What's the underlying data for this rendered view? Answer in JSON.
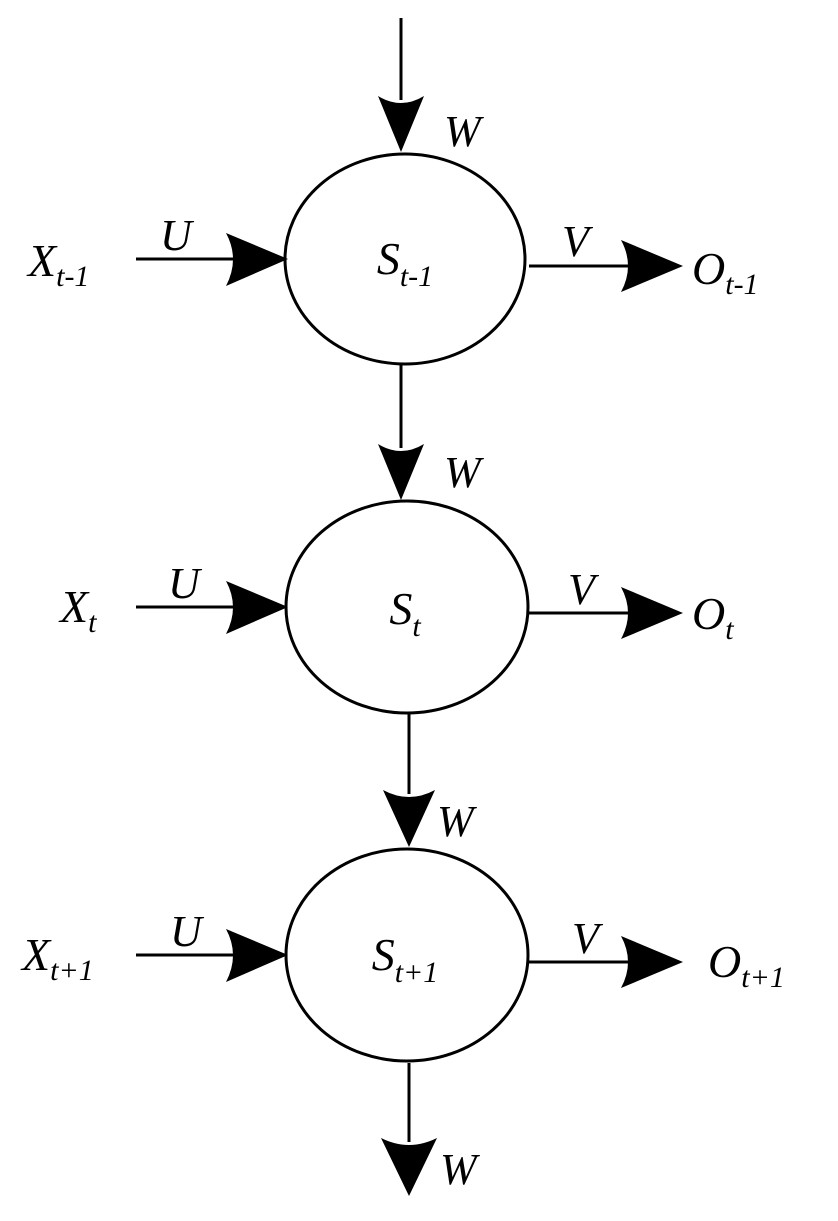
{
  "diagram": {
    "weights": {
      "input": "U",
      "recurrent": "W",
      "output": "V"
    },
    "states": [
      {
        "node": {
          "main": "S",
          "sub": "t-1"
        },
        "input": {
          "main": "X",
          "sub": "t-1"
        },
        "output": {
          "main": "O",
          "sub": "t-1"
        }
      },
      {
        "node": {
          "main": "S",
          "sub": "t"
        },
        "input": {
          "main": "X",
          "sub": "t"
        },
        "output": {
          "main": "O",
          "sub": "t"
        }
      },
      {
        "node": {
          "main": "S",
          "sub": "t+1"
        },
        "input": {
          "main": "X",
          "sub": "t+1"
        },
        "output": {
          "main": "O",
          "sub": "t+1"
        }
      }
    ]
  }
}
